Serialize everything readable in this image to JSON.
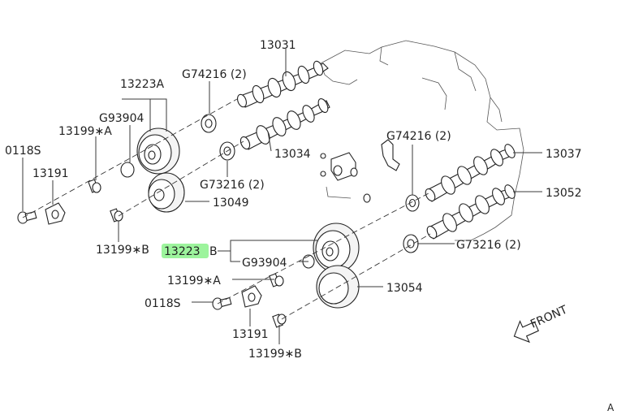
{
  "labels": {
    "p13031": "13031",
    "p13223a": "13223A",
    "p74216_top": "G74216 (2)",
    "p93904_top": "G93904",
    "p13199a_top": "13199∗A",
    "p0118s_top": "0118S",
    "p13191_top": "13191",
    "p13034": "13034",
    "p73216_top": "G73216 (2)",
    "p13049": "13049",
    "p13199b_top": "13199∗B",
    "p74216_right": "G74216 (2)",
    "p13037": "13037",
    "p13052": "13052",
    "p73216_right": "G73216 (2)",
    "p13223b_num": "13223",
    "p13223b_suffix": "B",
    "p93904_bottom": "G93904",
    "p13199a_bottom": "13199∗A",
    "p13054": "13054",
    "p0118s_bottom": "0118S",
    "p13191_bottom": "13191",
    "p13199b_bottom": "13199∗B",
    "front": "FRONT",
    "corner": "A"
  },
  "colors": {
    "highlight": "#7cf07c",
    "line": "#3a3a3a"
  }
}
